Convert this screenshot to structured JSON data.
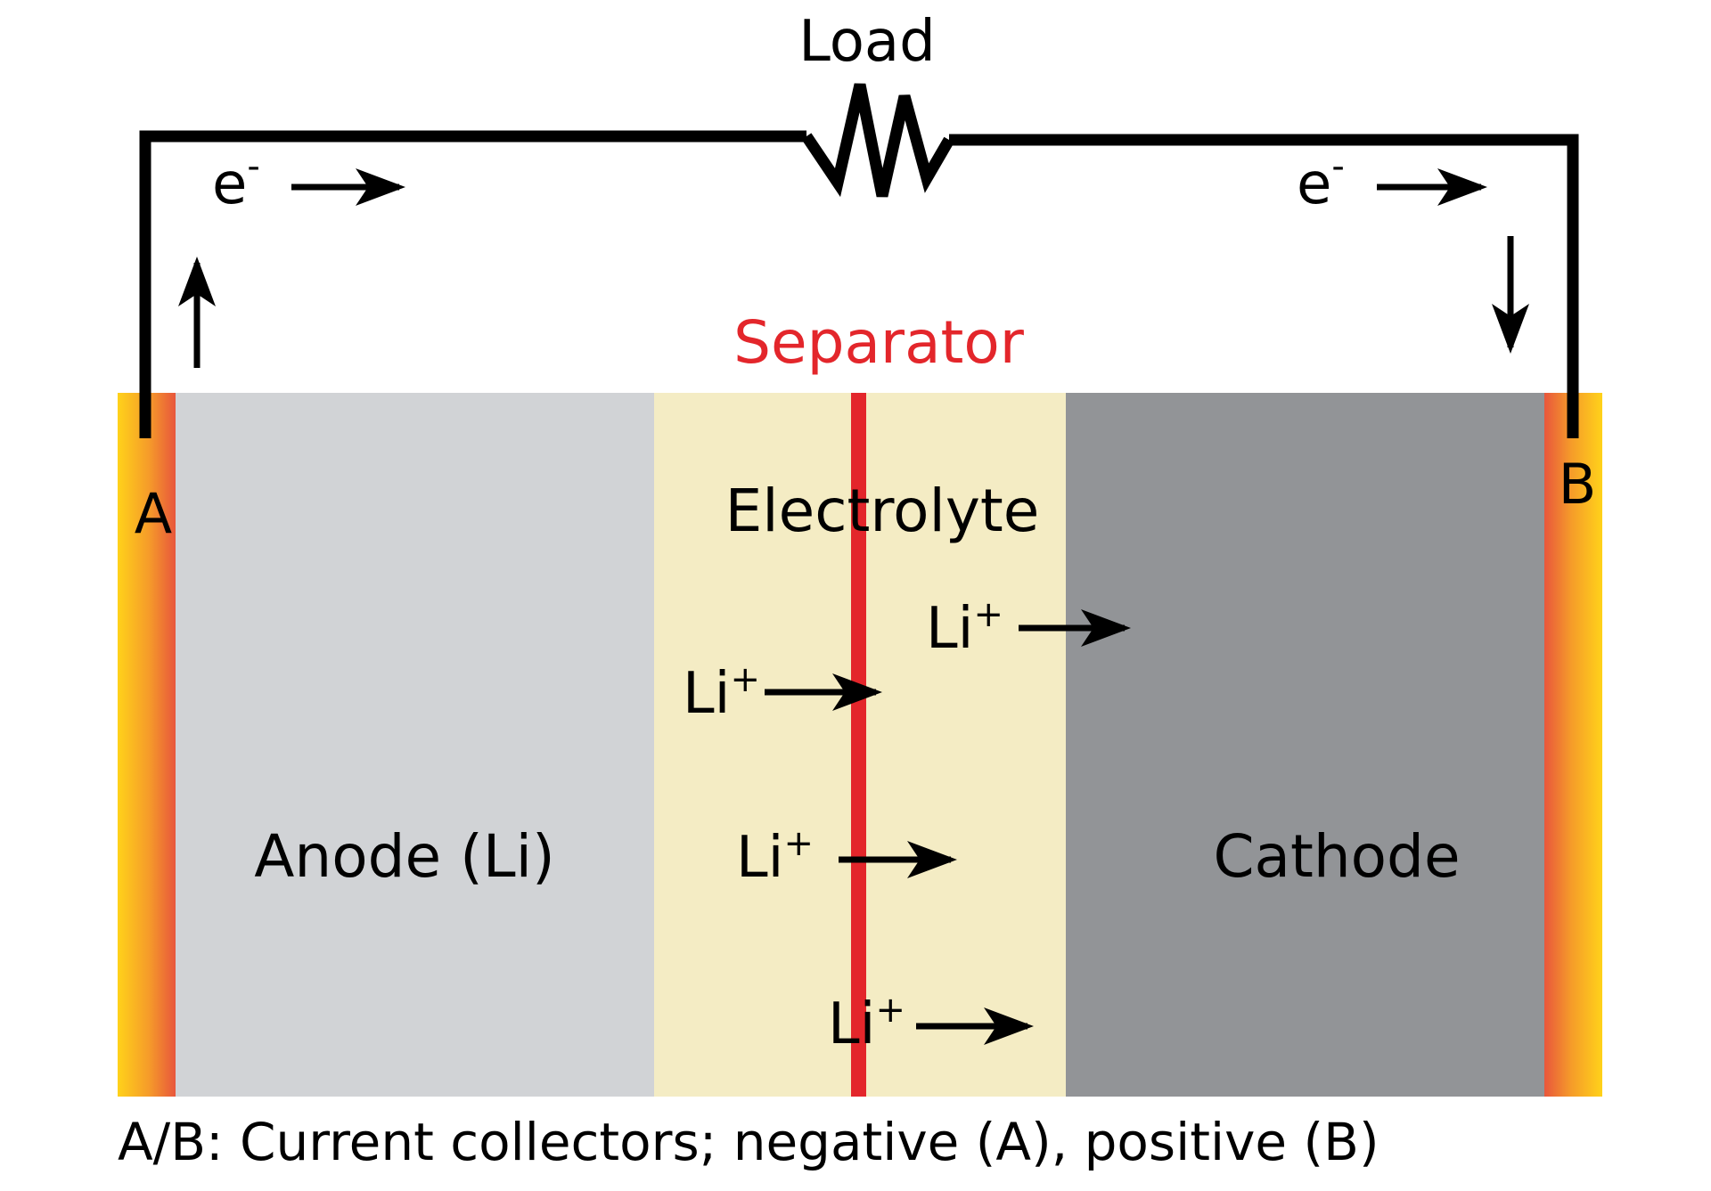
{
  "colors": {
    "anode": "#d1d3d6",
    "electrolyte": "#f4ecc4",
    "cathode": "#929497",
    "separator": "#e3262b",
    "wire": "#000000",
    "collector_outer": "#ffd21a",
    "collector_inner": "#e8563c"
  },
  "load": {
    "label": "Load"
  },
  "electrons": {
    "left_label": "e",
    "right_label": "e",
    "charge_sign": "-"
  },
  "separator": {
    "label": "Separator"
  },
  "electrolyte": {
    "label": "Electrolyte"
  },
  "anode": {
    "label": "Anode (Li)"
  },
  "cathode": {
    "label": "Cathode"
  },
  "collectors": {
    "a_label": "A",
    "b_label": "B"
  },
  "ions": [
    {
      "symbol": "Li",
      "charge": "+"
    },
    {
      "symbol": "Li",
      "charge": "+"
    },
    {
      "symbol": "Li",
      "charge": "+"
    },
    {
      "symbol": "Li",
      "charge": "+"
    }
  ],
  "caption": "A/B: Current collectors; negative (A), positive (B)"
}
